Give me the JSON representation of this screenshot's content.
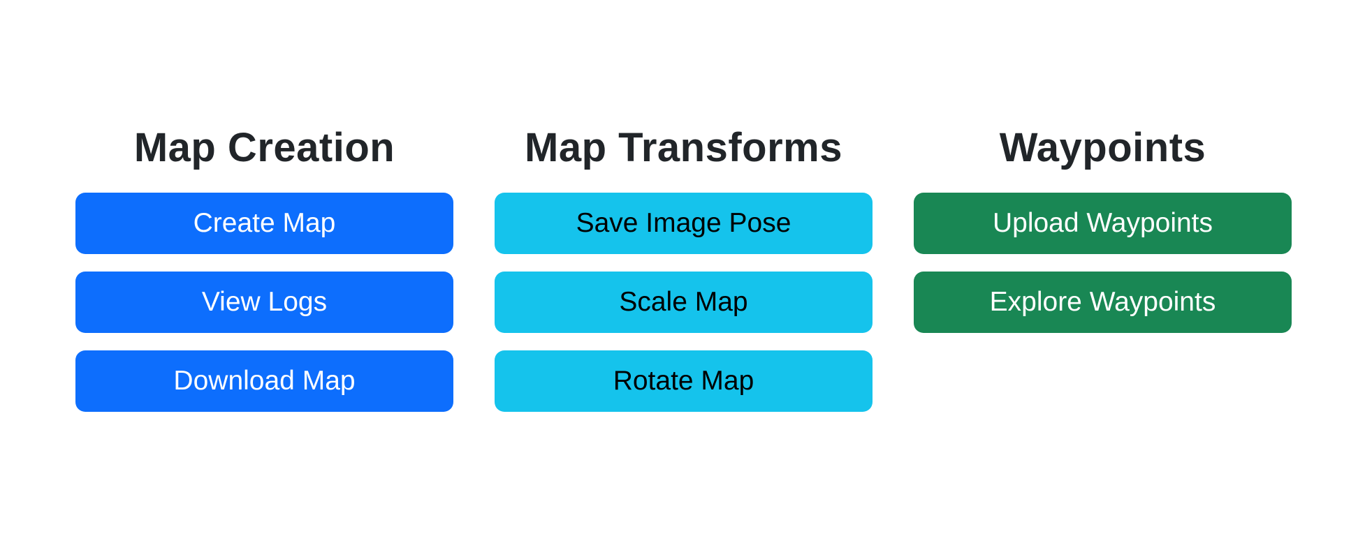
{
  "page": {
    "background_color": "#ffffff",
    "heading_text_color": "#212529"
  },
  "sections": [
    {
      "title": "Map Creation",
      "button_bg": "#0d6efd",
      "button_text_color": "#ffffff",
      "buttons": [
        {
          "label": "Create Map"
        },
        {
          "label": "View Logs"
        },
        {
          "label": "Download Map"
        }
      ]
    },
    {
      "title": "Map Transforms",
      "button_bg": "#15c3ec",
      "button_text_color": "#000000",
      "buttons": [
        {
          "label": "Save Image Pose"
        },
        {
          "label": "Scale Map"
        },
        {
          "label": "Rotate Map"
        }
      ]
    },
    {
      "title": "Waypoints",
      "button_bg": "#198754",
      "button_text_color": "#ffffff",
      "buttons": [
        {
          "label": "Upload Waypoints"
        },
        {
          "label": "Explore Waypoints"
        }
      ]
    }
  ]
}
